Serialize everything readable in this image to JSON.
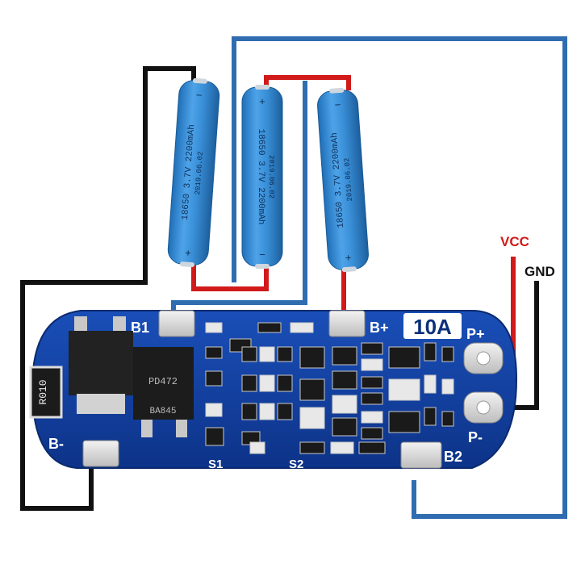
{
  "diagram": {
    "cells": [
      {
        "line1": "18650 3.7V 2200mAh",
        "line2": "2019.06.02"
      },
      {
        "line1": "18650 3.7V 2200mAh",
        "line2": "2019.06.02"
      },
      {
        "line1": "18650 3.7V 2200mAh",
        "line2": "2019.06.02"
      }
    ],
    "board": {
      "rating": "10A",
      "pads": {
        "b1": "B1",
        "b_plus": "B+",
        "b_minus": "B-",
        "b2": "B2",
        "p_plus": "P+",
        "p_minus": "P-"
      },
      "switch_labels": {
        "s1": "S1",
        "s2": "S2"
      },
      "resistor": "R010",
      "mosfet_top": "PD472",
      "mosfet_bottom": "BA845"
    },
    "output_labels": {
      "vcc": "VCC",
      "gnd": "GND"
    },
    "colors": {
      "positive_wire": "#d11a1a",
      "negative_wire": "#111111",
      "balance_wire": "#2f6db0",
      "pcb": "#123c9c",
      "cell": "#3a90d8"
    }
  }
}
